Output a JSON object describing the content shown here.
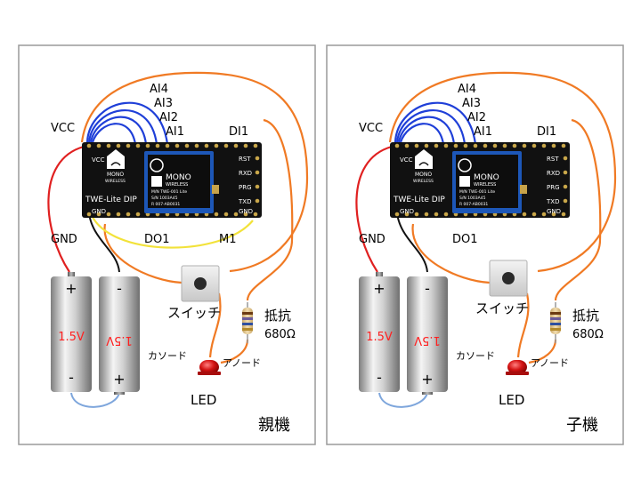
{
  "colors": {
    "frame": "#9a9a9a",
    "board": "#111111",
    "wire_blue": "#1f3fd8",
    "wire_orange": "#f07a24",
    "wire_red": "#e02020",
    "wire_black": "#111111",
    "wire_yellow": "#f2e23a",
    "wire_lightblue": "#7ea6dc",
    "battery_label": "#ff2020",
    "led": "#cc1111"
  },
  "panels": [
    {
      "title": "親機",
      "labels": {
        "vcc": "VCC",
        "ai4": "AI4",
        "ai3": "AI3",
        "ai2": "AI2",
        "ai1": "AI1",
        "di1": "DI1",
        "gnd": "GND",
        "do1": "DO1",
        "m1": "M1",
        "switch": "スイッチ",
        "resistor": "抵抗",
        "resistor_value": "680Ω",
        "cathode": "カソード",
        "anode": "アノード",
        "led": "LED"
      },
      "board": {
        "name": "TWE-Lite DIP",
        "brand_top": "MONO",
        "brand_bottom": "WIRELESS",
        "chip_brand": "MONO",
        "chip_brand_sub": "WIRELESS",
        "chip_model": "M/N TWE-001 Lite",
        "chip_serial": "S/N 1003A45",
        "chip_code": "R 007-AB0031",
        "pin_vcc": "VCC",
        "pin_gnd": "GND",
        "pin_rst": "RST",
        "pin_rxd": "RXD",
        "pin_prg": "PRG",
        "pin_txd": "TXD",
        "pin_gnd_r": "GND"
      },
      "battery_1": {
        "label": "1.5V",
        "plus": "+",
        "minus": "-"
      },
      "battery_2": {
        "label": "1.5V",
        "plus": "+",
        "minus": "-"
      }
    },
    {
      "title": "子機",
      "labels": {
        "vcc": "VCC",
        "ai4": "AI4",
        "ai3": "AI3",
        "ai2": "AI2",
        "ai1": "AI1",
        "di1": "DI1",
        "gnd": "GND",
        "do1": "DO1",
        "switch": "スイッチ",
        "resistor": "抵抗",
        "resistor_value": "680Ω",
        "cathode": "カソード",
        "anode": "アノード",
        "led": "LED"
      },
      "board": {
        "name": "TWE-Lite DIP",
        "brand_top": "MONO",
        "brand_bottom": "WIRELESS",
        "chip_brand": "MONO",
        "chip_brand_sub": "WIRELESS",
        "chip_model": "M/N TWE-001 Lite",
        "chip_serial": "S/N 1003A45",
        "chip_code": "R 007-AB0031",
        "pin_vcc": "VCC",
        "pin_gnd": "GND",
        "pin_rst": "RST",
        "pin_rxd": "RXD",
        "pin_prg": "PRG",
        "pin_txd": "TXD",
        "pin_gnd_r": "GND"
      },
      "battery_1": {
        "label": "1.5V",
        "plus": "+",
        "minus": "-"
      },
      "battery_2": {
        "label": "1.5V",
        "plus": "+",
        "minus": "-"
      }
    }
  ]
}
